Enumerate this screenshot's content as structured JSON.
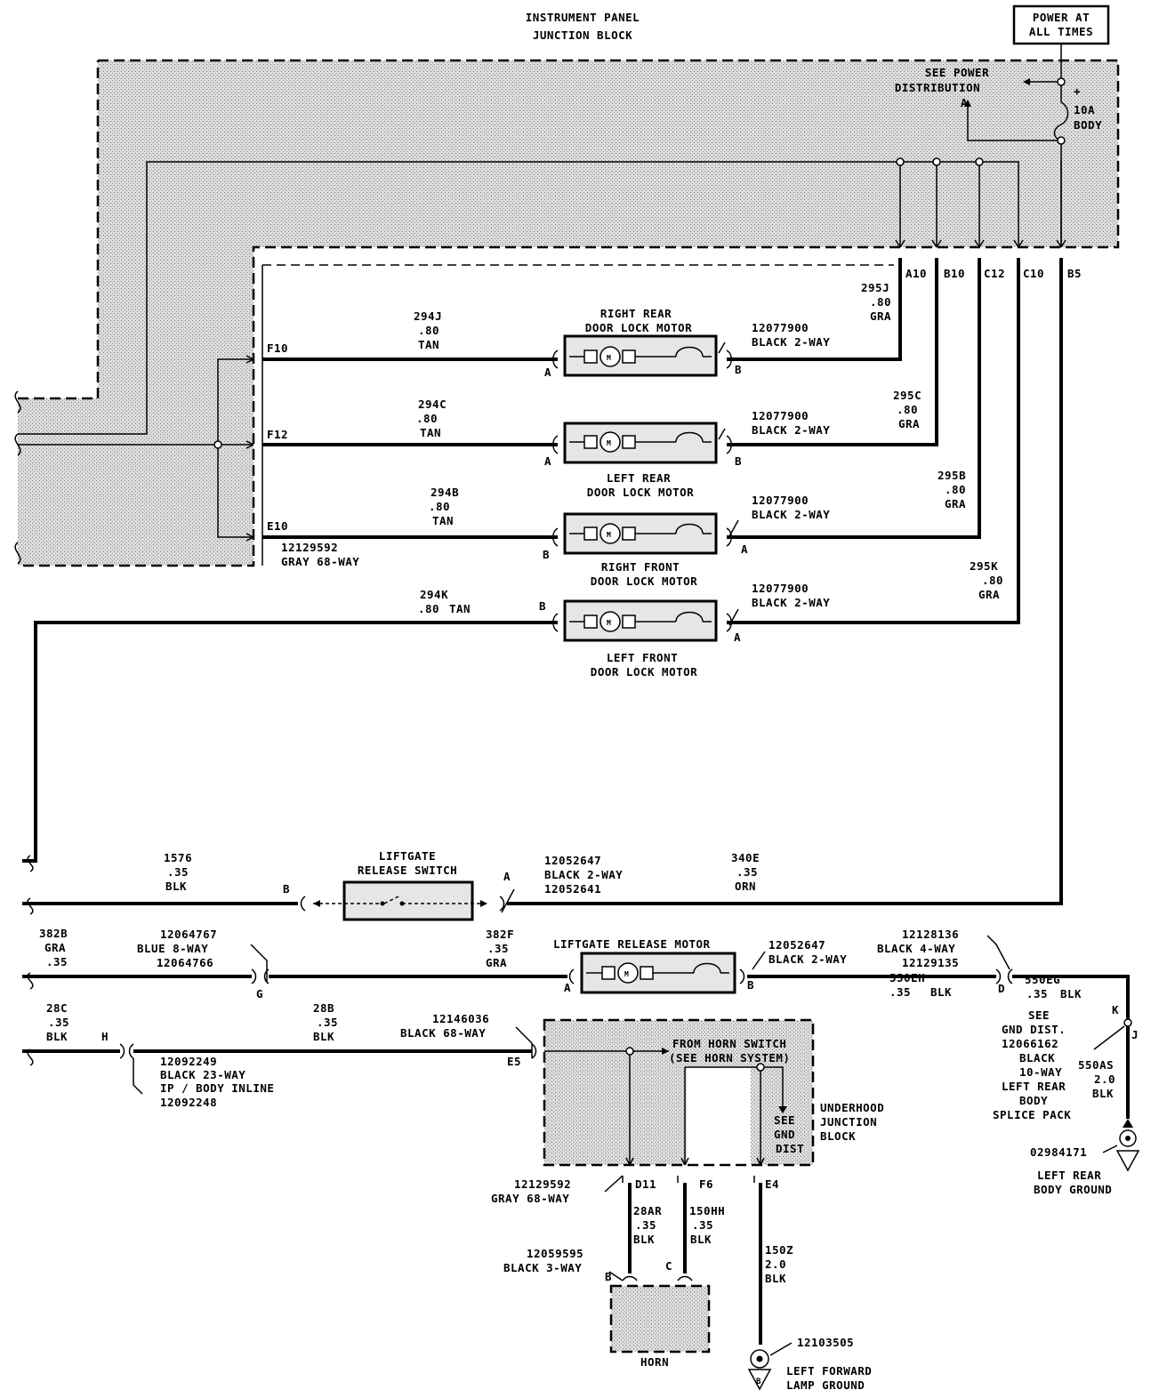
{
  "title": "INSTRUMENT PANEL JUNCTION BLOCK",
  "power_box": "POWER AT ALL TIMES",
  "see_power": "SEE POWER DISTRIBUTION",
  "fuse": {
    "plus": "+",
    "rating": "10A",
    "name": "BODY"
  },
  "pins": {
    "a10": "A10",
    "b10": "B10",
    "c12": "C12",
    "c10": "C10",
    "b5": "B5"
  },
  "ipjb": {
    "f10": "F10",
    "f12": "F12",
    "e10": "E10",
    "conn_num": "12129592",
    "conn_type": "GRAY 68-WAY"
  },
  "motors": {
    "rr": {
      "name": "RIGHT REAR DOOR LOCK MOTOR",
      "conn_num": "12077900",
      "conn_type": "BLACK 2-WAY",
      "pin_in": "A",
      "pin_out": "B",
      "wire_in": {
        "circuit": "294J",
        "gauge": ".80",
        "color": "TAN"
      },
      "wire_out": {
        "circuit": "295J",
        "gauge": ".80",
        "color": "GRA"
      }
    },
    "lr": {
      "name": "LEFT REAR DOOR LOCK MOTOR",
      "conn_num": "12077900",
      "conn_type": "BLACK 2-WAY",
      "pin_in": "A",
      "pin_out": "B",
      "wire_in": {
        "circuit": "294C",
        "gauge": ".80",
        "color": "TAN"
      },
      "wire_out": {
        "circuit": "295C",
        "gauge": ".80",
        "color": "GRA"
      }
    },
    "rf": {
      "name": "RIGHT FRONT DOOR LOCK MOTOR",
      "conn_num": "12077900",
      "conn_type": "BLACK 2-WAY",
      "pin_in": "B",
      "pin_out": "A",
      "wire_in": {
        "circuit": "294B",
        "gauge": ".80",
        "color": "TAN"
      },
      "wire_out": {
        "circuit": "295B",
        "gauge": ".80",
        "color": "GRA"
      }
    },
    "lf": {
      "name": "LEFT FRONT DOOR LOCK MOTOR",
      "conn_num": "12077900",
      "conn_type": "BLACK 2-WAY",
      "pin_in": "B",
      "pin_out": "A",
      "wire_in": {
        "circuit": "294K",
        "gauge": ".80",
        "color": "TAN"
      },
      "wire_out": {
        "circuit": "295K",
        "gauge": ".80",
        "color": "GRA"
      }
    }
  },
  "liftgate_switch": {
    "name": "LIFTGATE RELEASE SWITCH",
    "pin_b": "B",
    "pin_a": "A",
    "conn": [
      "12052647",
      "BLACK 2-WAY",
      "12052641"
    ],
    "wire_left": {
      "circuit": "1576",
      "gauge": ".35",
      "color": "BLK"
    },
    "wire_right": {
      "circuit": "340E",
      "gauge": ".35",
      "color": "ORN"
    }
  },
  "liftgate_motor": {
    "name": "LIFTGATE RELEASE MOTOR",
    "pin_a": "A",
    "pin_b": "B",
    "conn": [
      "12052647",
      "BLACK 2-WAY"
    ],
    "wire_left": {
      "circuit": "382B",
      "color": "GRA",
      "gauge": ".35"
    },
    "wire_mid": {
      "circuit": "382F",
      "gauge": ".35",
      "color": "GRA"
    },
    "inline": [
      "12064767",
      "BLUE 8-WAY",
      "12064766"
    ],
    "inline_pin": "G",
    "right_conn": [
      "12128136",
      "BLACK 4-WAY",
      "12129135"
    ],
    "right_pin": "D",
    "wire_right1": {
      "circuit": "550EG",
      "gauge": ".35",
      "color": "BLK"
    },
    "wire_right2": {
      "circuit": "550EH",
      "gauge": ".35",
      "color": "BLK"
    }
  },
  "splice": {
    "k": "K",
    "j": "J",
    "see": "SEE",
    "gnd": "GND DIST.",
    "num": "12066162",
    "color": "BLACK",
    "ways": "10-WAY",
    "name1": "LEFT REAR",
    "name2": "BODY",
    "name3": "SPLICE PACK",
    "wire": {
      "circuit": "550AS",
      "gauge": "2.0",
      "color": "BLK"
    },
    "ground_num": "02984171",
    "ground_name1": "LEFT REAR",
    "ground_name2": "BODY GROUND"
  },
  "horn_circuit": {
    "wire_left": {
      "circuit": "28C",
      "gauge": ".35",
      "color": "BLK"
    },
    "inline_pin": "H",
    "wire_mid": {
      "circuit": "28B",
      "gauge": ".35",
      "color": "BLK"
    },
    "inline": [
      "12092249",
      "BLACK 23-WAY",
      "IP / BODY INLINE",
      "12092248"
    ],
    "uhjb_conn": [
      "12146036",
      "BLACK 68-WAY"
    ],
    "uhjb_pin": "E5",
    "from_horn": [
      "FROM HORN SWITCH",
      "(SEE HORN SYSTEM)"
    ],
    "see_gnd": [
      "SEE",
      "GND",
      "DIST"
    ],
    "uhjb_name": [
      "UNDERHOOD",
      "JUNCTION",
      "BLOCK"
    ],
    "uhjb_bottom_conn": [
      "12129592",
      "GRAY 68-WAY"
    ],
    "pins": {
      "d11": "D11",
      "f6": "F6",
      "e4": "E4"
    },
    "wire_d11": {
      "circuit": "28AR",
      "gauge": ".35",
      "color": "BLK"
    },
    "wire_f6": {
      "circuit": "150HH",
      "gauge": ".35",
      "color": "BLK"
    },
    "wire_e4": {
      "circuit": "150Z",
      "gauge": "2.0",
      "color": "BLK"
    },
    "horn_conn": [
      "12059595",
      "BLACK 3-WAY"
    ],
    "horn_pin_b": "B",
    "horn_pin_c": "C",
    "horn": "HORN",
    "ground_num": "12103505",
    "ground_name": [
      "LEFT FORWARD",
      "LAMP GROUND"
    ],
    "ground_letter": "B"
  }
}
